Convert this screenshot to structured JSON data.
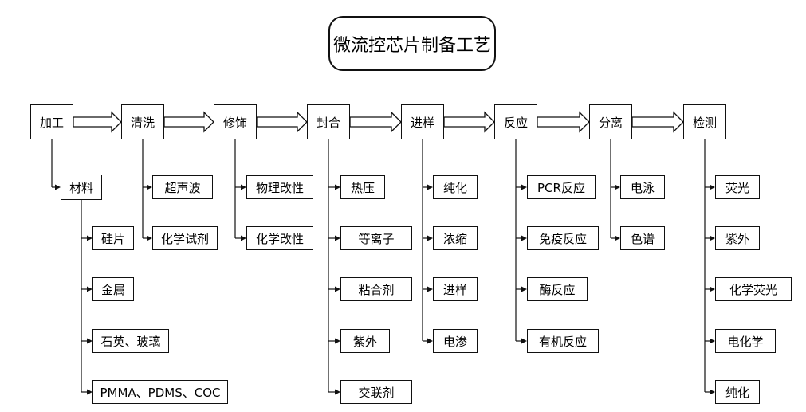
{
  "title": "微流控芯片制备工艺",
  "steps": [
    {
      "label": "加工",
      "children": [
        "材料"
      ]
    },
    {
      "label": "清洗",
      "children": [
        "超声波",
        "化学试剂"
      ]
    },
    {
      "label": "修饰",
      "children": [
        "物理改性",
        "化学改性"
      ]
    },
    {
      "label": "封合",
      "children": [
        "热压",
        "等离子",
        "粘合剂",
        "紫外",
        "交联剂"
      ]
    },
    {
      "label": "进样",
      "children": [
        "纯化",
        "浓缩",
        "进样",
        "电渗"
      ]
    },
    {
      "label": "反应",
      "children": [
        "PCR反应",
        "免疫反应",
        "酶反应",
        "有机反应"
      ]
    },
    {
      "label": "分离",
      "children": [
        "电泳",
        "色谱"
      ]
    },
    {
      "label": "检测",
      "children": [
        "荧光",
        "紫外",
        "化学荧光",
        "电化学",
        "纯化"
      ]
    }
  ],
  "materials": [
    "硅片",
    "金属",
    "石英、玻璃",
    "PMMA、PDMS、COC"
  ]
}
